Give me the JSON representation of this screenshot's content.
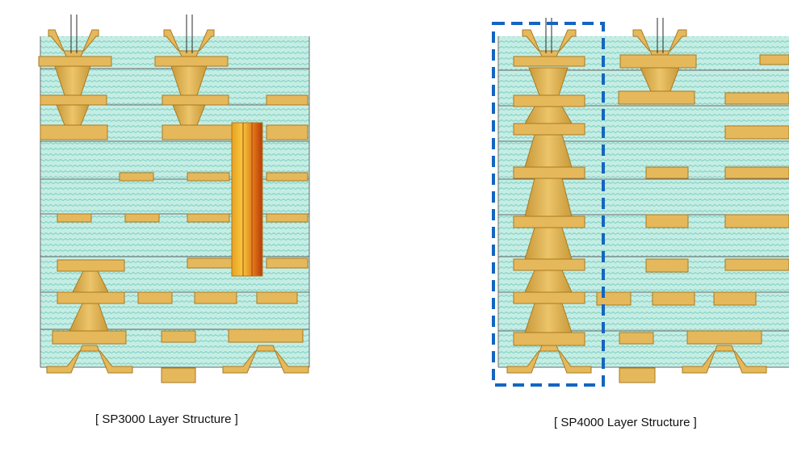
{
  "colors": {
    "dielectric": "#c5ede4",
    "weave": "#7fd2c3",
    "copper": "#e6b85c",
    "copper_edge": "#a87a20",
    "via_outline": "#2a2a2a",
    "layer_line": "#6b6b6b",
    "pth_dark": "#c24a10",
    "pth_light": "#f4c230",
    "highlight_box": "#1565c0"
  },
  "diagrams": [
    {
      "name": "SP3000 Layer Structure",
      "caption": "[ SP3000 Layer Structure ]",
      "features": [
        "stacked microvias",
        "plated through hole",
        "copper traces"
      ]
    },
    {
      "name": "SP4000 Layer Structure",
      "caption": "[ SP4000 Layer Structure ]",
      "features": [
        "any-layer stacked microvias",
        "highlighted via stack",
        "copper traces"
      ]
    }
  ]
}
